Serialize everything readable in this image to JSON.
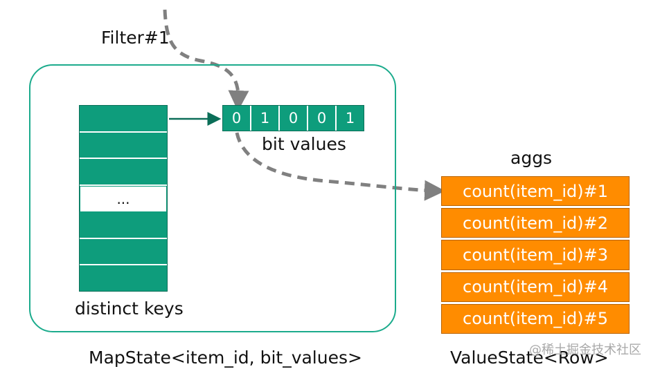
{
  "diagram": {
    "filter_label": "Filter#1",
    "bit_values_label": "bit values",
    "bits": [
      "0",
      "1",
      "0",
      "0",
      "1"
    ],
    "distinct_keys_label": "distinct keys",
    "key_ellipsis": "...",
    "aggs_label": "aggs",
    "agg_items": [
      "count(item_id)#1",
      "count(item_id)#2",
      "count(item_id)#3",
      "count(item_id)#4",
      "count(item_id)#5"
    ],
    "mapstate_caption": "MapState<item_id, bit_values>",
    "valuestate_caption": "ValueState<Row>",
    "watermark": "@稀土掘金技术社区"
  },
  "colors": {
    "teal": "#0e9d7c",
    "teal_border": "#1bab8c",
    "orange": "#ff8c00",
    "arrow_gray": "#808080"
  }
}
